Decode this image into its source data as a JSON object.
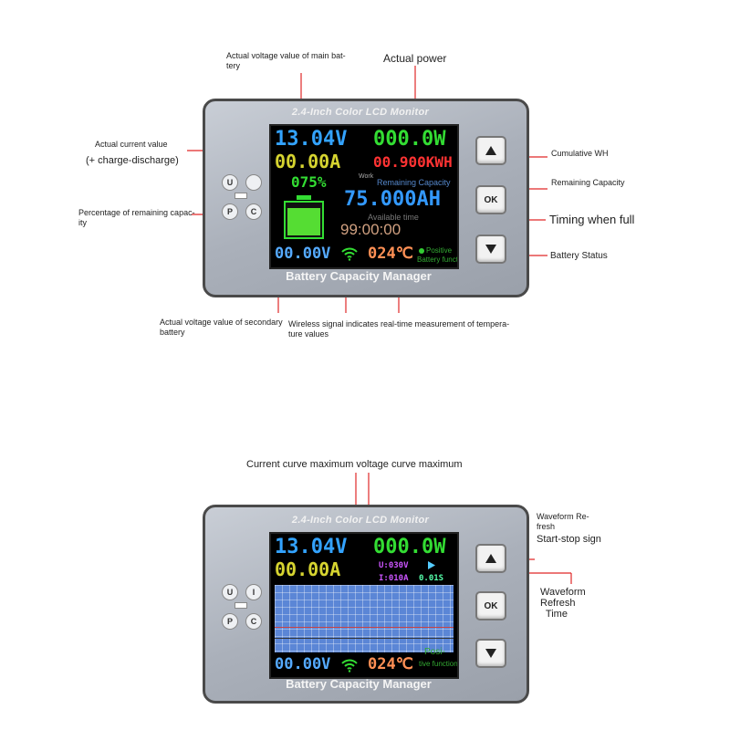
{
  "top": {
    "annotations": {
      "main_voltage": "Actual voltage value of main bat-\ntery",
      "actual_power": "Actual power",
      "actual_current": "Actual current value",
      "charge_discharge": "(+ charge-discharge)",
      "cumulative_wh": "Cumulative WH",
      "remaining_capacity": "Remaining Capacity",
      "percentage": "Percentage of remaining capac-\nity",
      "timing_full": "Timing when full",
      "battery_status": "Battery Status",
      "secondary_voltage": "Actual voltage value of secondary\nbattery",
      "wireless_temp": "Wireless signal indicates real-time measurement of tempera-\nture values"
    },
    "device": {
      "title": "2.4-Inch Color LCD Monitor",
      "footer": "Battery Capacity Manager",
      "voltage": "13.04V",
      "power": "000.0W",
      "current": "00.00A",
      "energy": "00.900KWH",
      "work_label": "Work",
      "percent": "075%",
      "remaining_label": "Remaining Capacity",
      "capacity": "75.000AH",
      "available_label": "Available time",
      "time": "99:00:00",
      "secondary_voltage": "00.00V",
      "temperature": "024℃",
      "status_line1": "Positive",
      "status_line2": "Battery function",
      "buttons": {
        "u": "U",
        "p": "P",
        "c": "C",
        "ok": "OK"
      }
    }
  },
  "bottom": {
    "annotations": {
      "curve_max": "Current curve maximum voltage curve maximum",
      "waveform_refresh": "Waveform Re-\nfresh",
      "start_stop": "Start-stop sign",
      "waveform_refresh_time": "Waveform\nRefresh\n  Time"
    },
    "device": {
      "title": "2.4-Inch Color LCD Monitor",
      "footer": "Battery Capacity Manager",
      "voltage": "13.04V",
      "power": "000.0W",
      "current": "00.00A",
      "u_max": "U:030V",
      "i_max": "I:010A",
      "refresh": "0.01S",
      "secondary_voltage": "00.00V",
      "temperature": "024℃",
      "status_line1": "Posi-",
      "status_line2": "tive function",
      "buttons": {
        "u": "U",
        "i": "I",
        "p": "P",
        "c": "C",
        "ok": "OK"
      }
    }
  },
  "colors": {
    "voltage": "#33a3ff",
    "power": "#33dd33",
    "current": "#d6d430",
    "energy": "#ff3333",
    "capacity": "#3399ff",
    "percent": "#33dd33",
    "time": "#d0a080",
    "temperature": "#ff9055",
    "secondary_voltage": "#55aaff",
    "annotation_line": "#e03030"
  }
}
